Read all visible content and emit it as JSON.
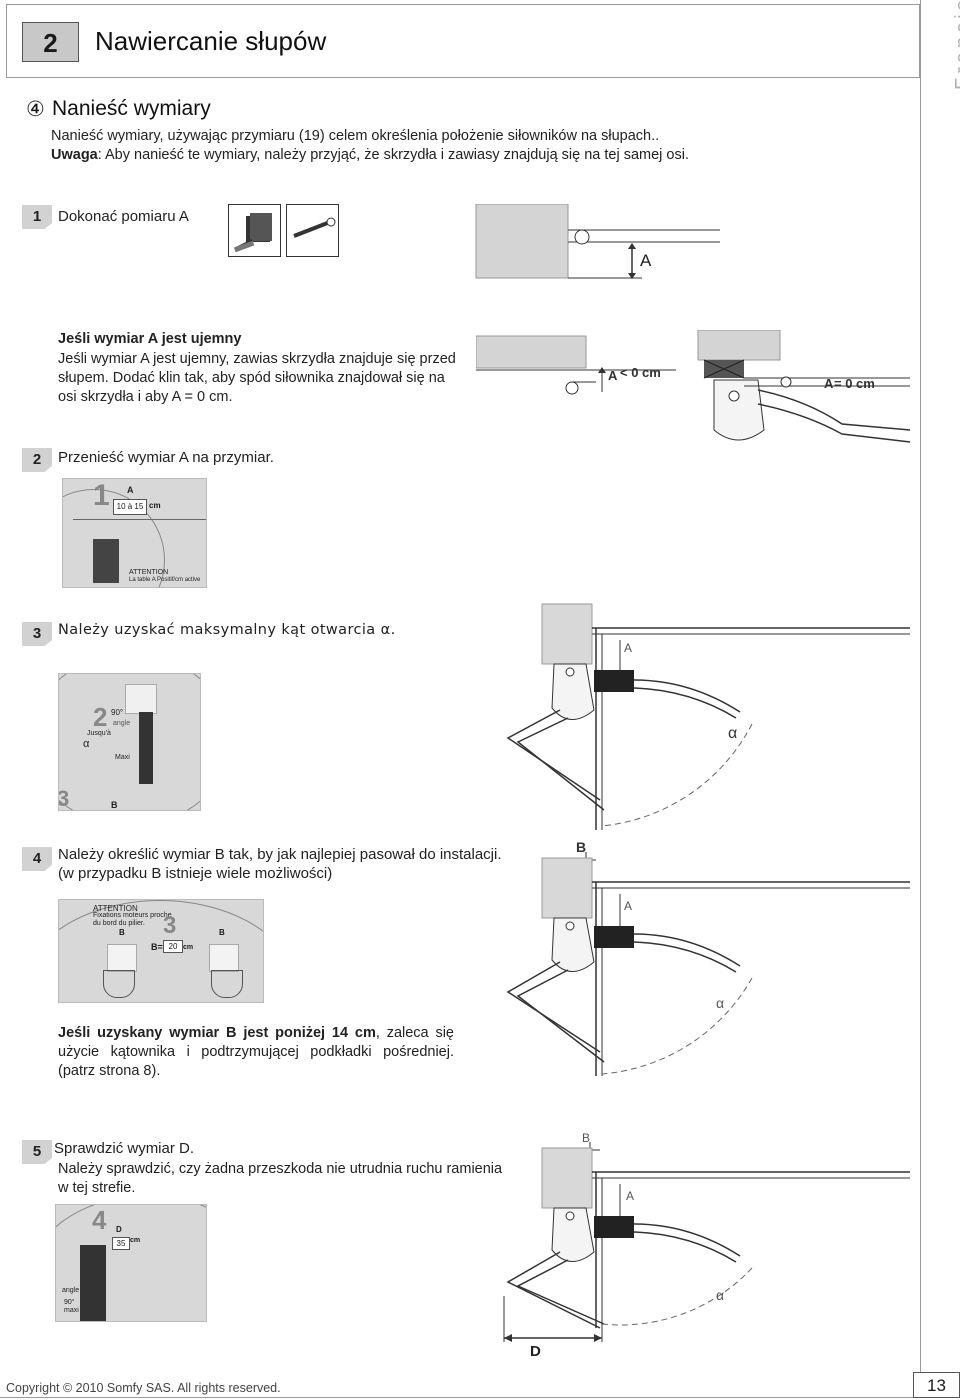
{
  "header": {
    "section_number": "2",
    "section_title": "Nawiercanie słupów"
  },
  "side_tab": {
    "label": "Francis"
  },
  "intro": {
    "marker": "④",
    "title": "Nanieść wymiary",
    "line1": "Nanieść wymiary, używając przymiaru (19) celem określenia położenie siłowników na słupach..",
    "line2_bold": "Uwaga",
    "line2_rest": ": Aby nanieść te wymiary, należy przyjąć, że skrzydła i zawiasy znajdują się na tej samej osi."
  },
  "step1": {
    "badge": "1",
    "heading": "Dokonać pomiaru A",
    "dim_label": "A",
    "neg_heading": "Jeśli wymiar A jest ujemny",
    "neg_body": "Jeśli wymiar A jest ujemny, zawias skrzydła znajduje się przed słupem. Dodać klin tak, aby spód siłownika znajdował się na osi skrzydła i aby A = 0 cm.",
    "label_lt": "< 0 cm",
    "label_eq": "= 0 cm",
    "label_a": "A"
  },
  "step2": {
    "badge": "2",
    "heading": "Przenieść wymiar A na przymiar.",
    "photo_big_num": "1",
    "photo_a": "A",
    "photo_range": "10 à 15",
    "photo_cm": "cm",
    "photo_attention": "ATTENTION",
    "photo_note": "La table A Positif/cm active"
  },
  "step3": {
    "badge": "3",
    "heading": "Należy uzyskać maksymalny kąt otwarcia α.",
    "photo_big_num": "2",
    "photo_90": "90°",
    "photo_angle": "angle",
    "photo_jusqu": "Jusqu'à",
    "photo_maxi": "Maxi",
    "photo_alpha": "α",
    "photo_big_num2": "3",
    "photo_b": "B",
    "diag_a": "A",
    "diag_alpha": "α"
  },
  "step4": {
    "badge": "4",
    "heading_line1": "Należy określić wymiar B tak, by jak najlepiej pasował do instalacji.",
    "heading_line2": "(w przypadku B istnieje wiele możliwości)",
    "photo_attention": "ATTENTION",
    "photo_note1": "Fixations moteurs proche",
    "photo_note2": "du bord du pilier.",
    "photo_big_num": "3",
    "photo_b1": "B",
    "photo_b2": "B",
    "photo_beq": "B=",
    "photo_value": "20",
    "photo_cm": "cm",
    "note_bold": "Jeśli uzyskany wymiar B jest poniżej 14 cm",
    "note_rest": ", zaleca się użycie kątownika i podtrzymującej podkładki pośredniej. (patrz strona 8).",
    "diag_b": "B",
    "diag_a": "A",
    "diag_alpha": "α"
  },
  "step5": {
    "badge": "5",
    "heading": "Sprawdzić wymiar D.",
    "body": "Należy sprawdzić, czy żadna przeszkoda nie utrudnia ruchu ramienia w tej strefie.",
    "photo_big_num": "4",
    "photo_d": "D",
    "photo_value": "35",
    "photo_cm": "cm",
    "photo_angle": "angle",
    "photo_90": "90°",
    "photo_maxi": "maxi",
    "diag_b": "B",
    "diag_a": "A",
    "diag_alpha": "α",
    "diag_d": "D"
  },
  "footer": {
    "copyright": "Copyright © 2010 Somfy SAS. All rights reserved.",
    "page": "13"
  }
}
